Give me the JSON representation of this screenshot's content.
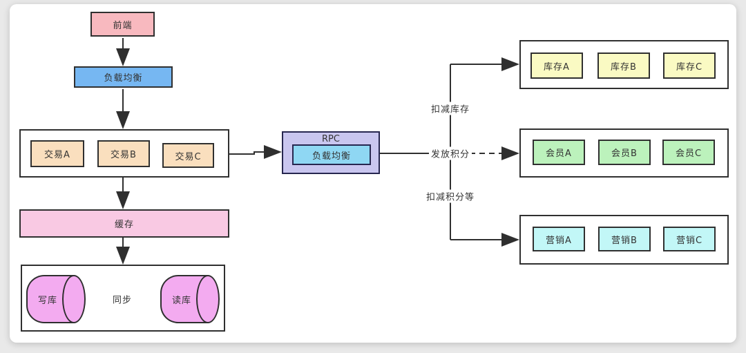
{
  "colors": {
    "frontend": "#f8b9bf",
    "load_balancer": "#76b7f2",
    "trade": "#fadfbe",
    "cache": "#f9c9e3",
    "database": "#f3abf0",
    "rpc_outer": "#c9c6ef",
    "rpc_inner": "#8fd7f3",
    "inventory": "#fafac3",
    "member": "#bcf2bc",
    "marketing": "#c2f7f7",
    "line": "#333333"
  },
  "nodes": {
    "frontend": {
      "label": "前端"
    },
    "load_balancer": {
      "label": "负载均衡"
    },
    "trade_group": {
      "items": [
        {
          "label": "交易A"
        },
        {
          "label": "交易B"
        },
        {
          "label": "交易C"
        }
      ]
    },
    "cache": {
      "label": "缓存"
    },
    "db_group": {
      "write_db": {
        "label": "写库"
      },
      "read_db": {
        "label": "读库"
      }
    },
    "rpc": {
      "title": "RPC",
      "inner": {
        "label": "负载均衡"
      }
    },
    "inventory_group": {
      "items": [
        {
          "label": "库存A"
        },
        {
          "label": "库存B"
        },
        {
          "label": "库存C"
        }
      ]
    },
    "member_group": {
      "items": [
        {
          "label": "会员A"
        },
        {
          "label": "会员B"
        },
        {
          "label": "会员C"
        }
      ]
    },
    "marketing_group": {
      "items": [
        {
          "label": "营销A"
        },
        {
          "label": "营销B"
        },
        {
          "label": "营销C"
        }
      ]
    }
  },
  "edge_labels": {
    "sync": "同步",
    "deduct_inventory": "扣减库存",
    "grant_points": "发放积分",
    "deduct_points": "扣减积分等"
  }
}
